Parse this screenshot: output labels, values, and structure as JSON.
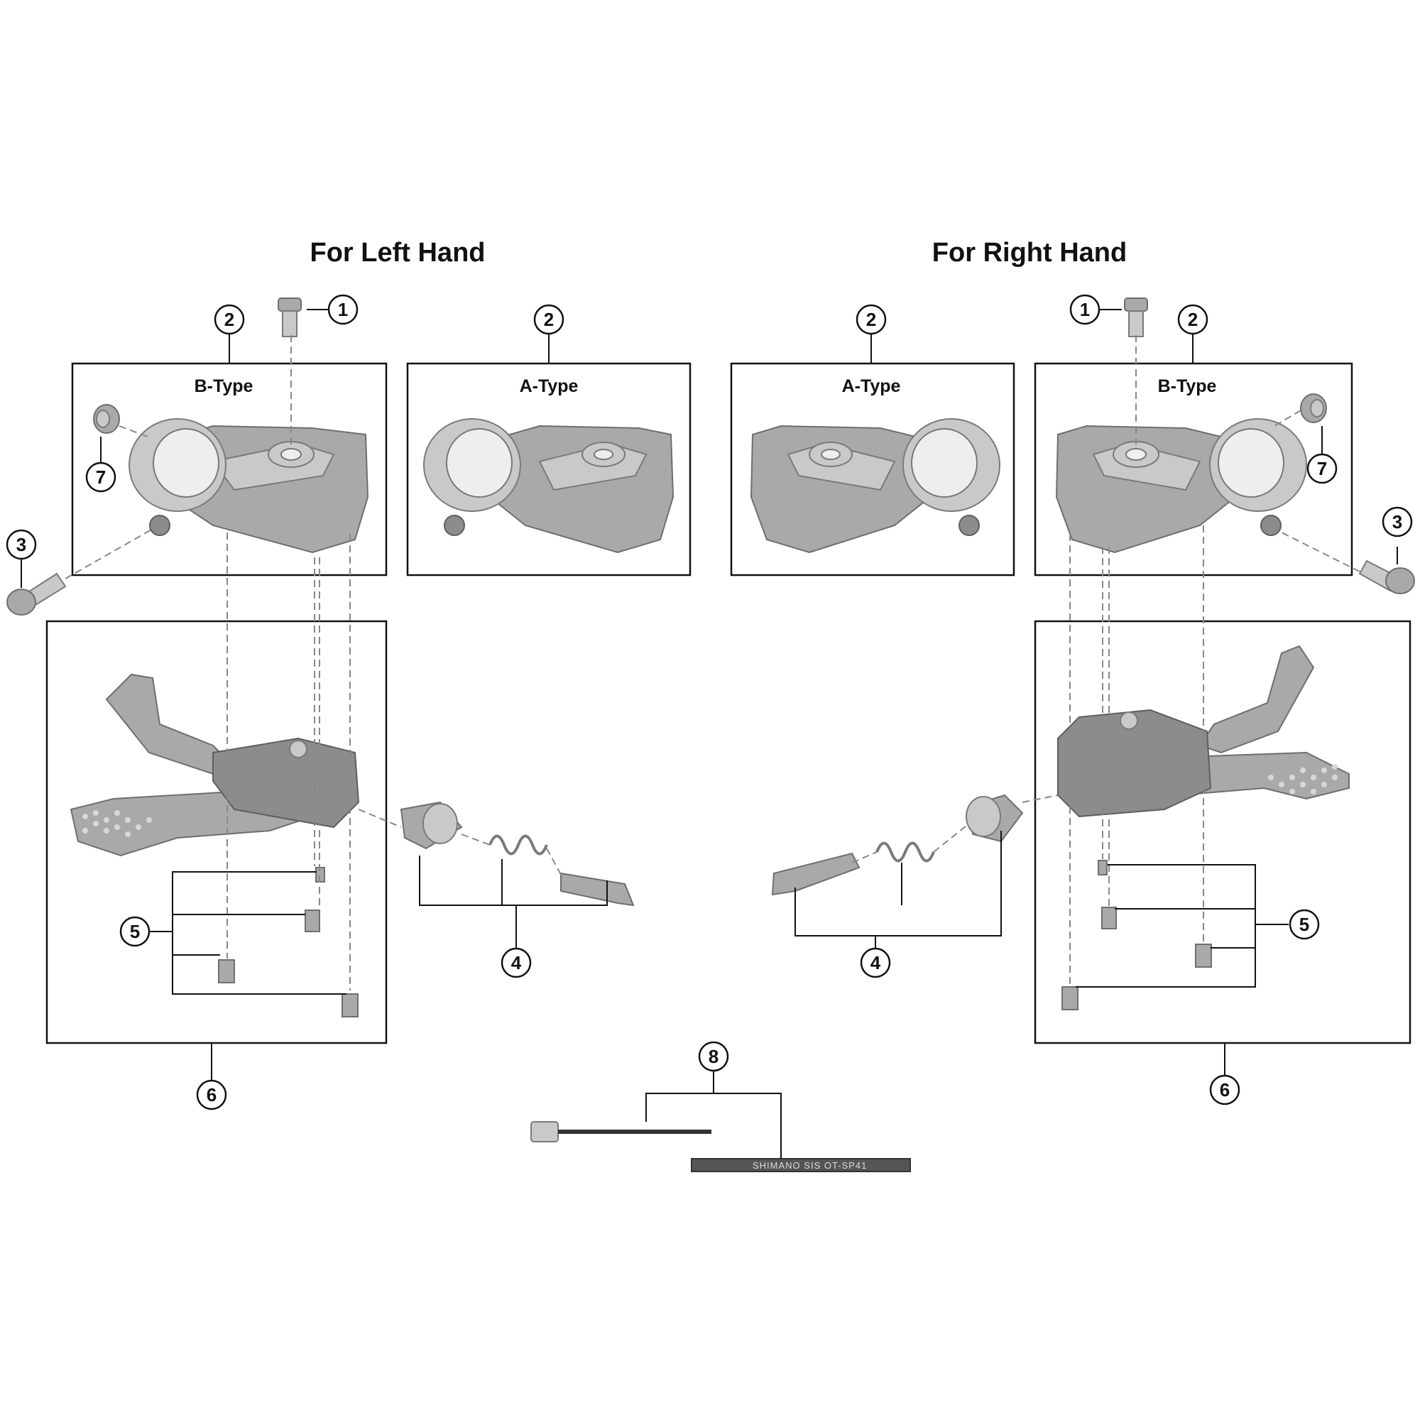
{
  "headings": {
    "left": "For Left Hand",
    "right": "For Right Hand"
  },
  "type_labels": {
    "b_type": "B-Type",
    "a_type": "A-Type"
  },
  "callouts": {
    "n1": "1",
    "n2": "2",
    "n3": "3",
    "n4": "4",
    "n5": "5",
    "n6": "6",
    "n7": "7",
    "n8": "8"
  },
  "cable_housing_print": "SHIMANO SIS OT-SP41",
  "colors": {
    "part_fill": "#a9a9a9",
    "part_edge": "#6e6e6e",
    "line": "#111111"
  }
}
